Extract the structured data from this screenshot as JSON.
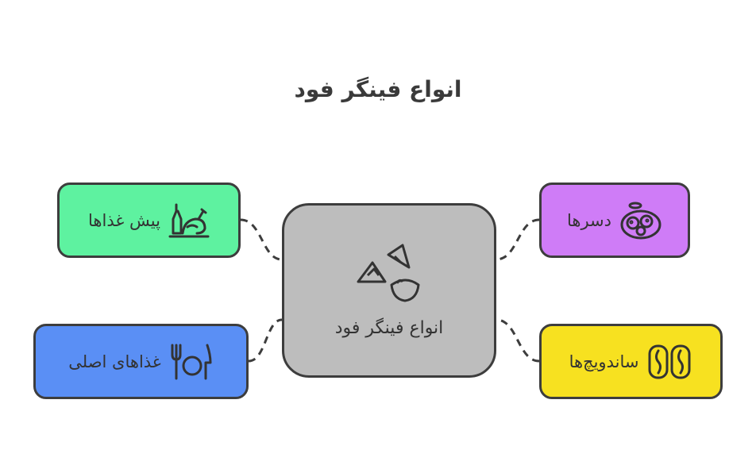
{
  "diagram": {
    "title": "انواع فینگر فود",
    "center": {
      "label": "انواع فینگر فود",
      "icon": "nachos-dip-icon"
    },
    "branches": [
      {
        "id": "starters",
        "label": "پیش غذاها",
        "icon": "roast-chicken-icon",
        "color": "#5ef2a0"
      },
      {
        "id": "mains",
        "label": "غذاهای اصلی",
        "icon": "fork-plate-knife-icon",
        "color": "#5a8ff5"
      },
      {
        "id": "desserts",
        "label": "دسرها",
        "icon": "cookie-plate-icon",
        "color": "#cf7cf7"
      },
      {
        "id": "sandwiches",
        "label": "ساندویچ‌ها",
        "icon": "sandwich-rolls-icon",
        "color": "#f7e120"
      }
    ]
  }
}
